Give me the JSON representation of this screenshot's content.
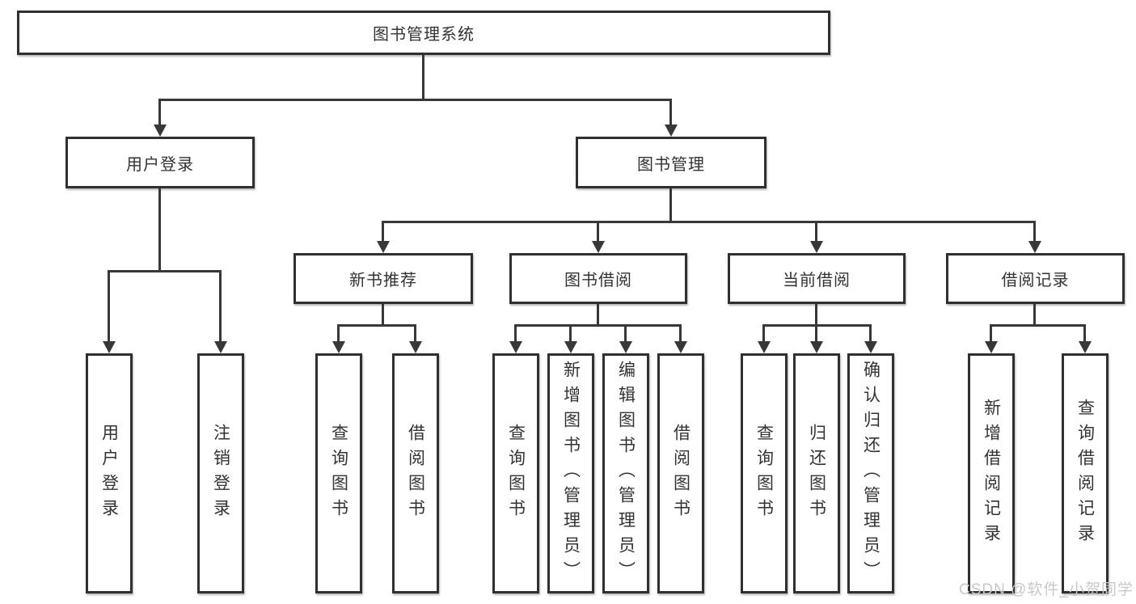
{
  "diagram_type": "hierarchy-tree",
  "colors": {
    "background": "#ffffff",
    "node_border": "#303030",
    "connector_line": "#383838",
    "text": "#333333",
    "watermark_text": "#c8c8c8"
  },
  "nodes": {
    "root": {
      "label": "图书管理系统"
    },
    "level2": [
      {
        "id": "user-login-branch",
        "label": "用户登录"
      },
      {
        "id": "book-management-branch",
        "label": "图书管理"
      }
    ],
    "level3": [
      {
        "id": "new-book-recommendation",
        "label": "新书推荐",
        "parent": "图书管理"
      },
      {
        "id": "book-borrowing",
        "label": "图书借阅",
        "parent": "图书管理"
      },
      {
        "id": "current-borrowing",
        "label": "当前借阅",
        "parent": "图书管理"
      },
      {
        "id": "borrowing-records",
        "label": "借阅记录",
        "parent": "图书管理"
      }
    ],
    "level4": [
      {
        "id": "user-login",
        "label": "用户登录",
        "parent": "用户登录"
      },
      {
        "id": "logout",
        "label": "注销登录",
        "parent": "用户登录"
      },
      {
        "id": "query-books-recommend",
        "label": "查询图书",
        "parent": "新书推荐"
      },
      {
        "id": "borrow-books-recommend",
        "label": "借阅图书",
        "parent": "新书推荐"
      },
      {
        "id": "query-books-borrow",
        "label": "查询图书",
        "parent": "图书借阅"
      },
      {
        "id": "add-books-admin",
        "label": "新增图书（管理员）",
        "parent": "图书借阅"
      },
      {
        "id": "edit-books-admin",
        "label": "编辑图书（管理员）",
        "parent": "图书借阅"
      },
      {
        "id": "borrow-books",
        "label": "借阅图书",
        "parent": "图书借阅"
      },
      {
        "id": "query-books-current",
        "label": "查询图书",
        "parent": "当前借阅"
      },
      {
        "id": "return-books",
        "label": "归还图书",
        "parent": "当前借阅"
      },
      {
        "id": "confirm-return-admin",
        "label": "确认归还（管理员）",
        "parent": "当前借阅"
      },
      {
        "id": "add-borrow-record",
        "label": "新增借阅记录",
        "parent": "借阅记录"
      },
      {
        "id": "query-borrow-record",
        "label": "查询借阅记录",
        "parent": "借阅记录"
      }
    ]
  },
  "watermark": {
    "text": "CSDN @软件_小贺同学"
  }
}
